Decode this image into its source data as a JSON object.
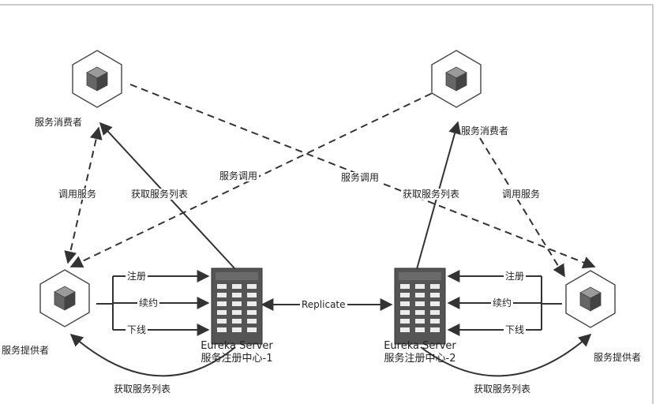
{
  "consumer_left": {
    "label": "服务消费者"
  },
  "consumer_right": {
    "label": "服务消费者"
  },
  "provider_left": {
    "label": "服务提供者"
  },
  "provider_right": {
    "label": "服务提供者"
  },
  "server_left": {
    "name": "Eureka Server",
    "subtitle": "服务注册中心-1"
  },
  "server_right": {
    "name": "Eureka Server",
    "subtitle": "服务注册中心-2"
  },
  "edges": {
    "call_service_left": "调用服务",
    "call_service_right": "调用服务",
    "fetch_list_left_top": "获取服务列表",
    "fetch_list_right_top": "获取服务列表",
    "service_call_1": "服务调用",
    "service_call_2": "服务调用",
    "register_left": "注册",
    "renew_left": "续约",
    "offline_left": "下线",
    "register_right": "注册",
    "renew_right": "续约",
    "offline_right": "下线",
    "replicate": "Replicate",
    "fetch_list_left_bottom": "获取服务列表",
    "fetch_list_right_bottom": "获取服务列表"
  }
}
